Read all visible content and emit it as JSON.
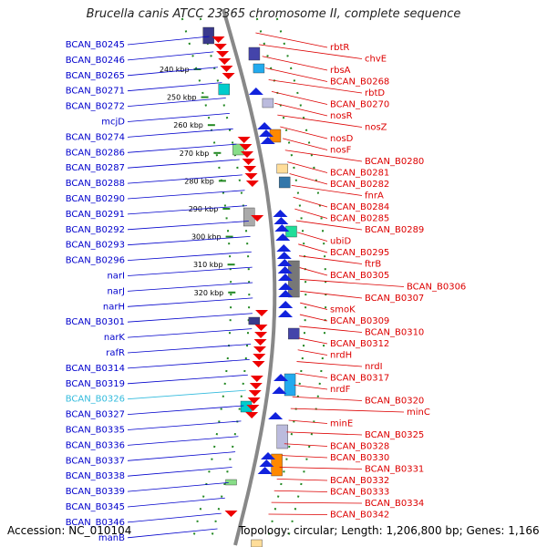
{
  "title": "Brucella canis ATCC 23365 chromosome II, complete sequence",
  "footer": {
    "accession": "Accession: NC_010104",
    "topology": "Topology: circular; Length: 1,206,800 bp; Genes: 1,166"
  },
  "colors": {
    "left_label": "#0000cc",
    "right_label": "#dd0000",
    "highlight_label": "#33bbdd",
    "backbone": "#888888",
    "tick": "#228822"
  },
  "scale_ticks": [
    "240 kbp",
    "250 kbp",
    "260 kbp",
    "270 kbp",
    "280 kbp",
    "290 kbp",
    "300 kbp",
    "310 kbp",
    "320 kbp"
  ],
  "left_genes": [
    "BCAN_B0245",
    "BCAN_B0246",
    "BCAN_B0265",
    "BCAN_B0271",
    "BCAN_B0272",
    "mcjD",
    "BCAN_B0274",
    "BCAN_B0286",
    "BCAN_B0287",
    "BCAN_B0288",
    "BCAN_B0290",
    "BCAN_B0291",
    "BCAN_B0292",
    "BCAN_B0293",
    "BCAN_B0296",
    "narI",
    "narJ",
    "narH",
    "BCAN_B0301",
    "narK",
    "rafR",
    "BCAN_B0314",
    "BCAN_B0319",
    "BCAN_B0326",
    "BCAN_B0327",
    "BCAN_B0335",
    "BCAN_B0336",
    "BCAN_B0337",
    "BCAN_B0338",
    "BCAN_B0339",
    "BCAN_B0345",
    "BCAN_B0346",
    "manB"
  ],
  "highlighted_gene": "BCAN_B0326",
  "right_genes": [
    "rbtR",
    "chvE",
    "rbsA",
    "BCAN_B0268",
    "rbtD",
    "BCAN_B0270",
    "nosR",
    "nosZ",
    "nosD",
    "nosF",
    "BCAN_B0280",
    "BCAN_B0281",
    "BCAN_B0282",
    "fnrA",
    "BCAN_B0284",
    "BCAN_B0285",
    "BCAN_B0289",
    "ubiD",
    "BCAN_B0295",
    "ftrB",
    "BCAN_B0305",
    "BCAN_B0306",
    "BCAN_B0307",
    "smoK",
    "BCAN_B0309",
    "BCAN_B0310",
    "BCAN_B0312",
    "nrdH",
    "nrdI",
    "BCAN_B0317",
    "nrdF",
    "BCAN_B0320",
    "minC",
    "minE",
    "BCAN_B0325",
    "BCAN_B0328",
    "BCAN_B0330",
    "BCAN_B0331",
    "BCAN_B0332",
    "BCAN_B0333",
    "BCAN_B0334",
    "BCAN_B0342"
  ]
}
